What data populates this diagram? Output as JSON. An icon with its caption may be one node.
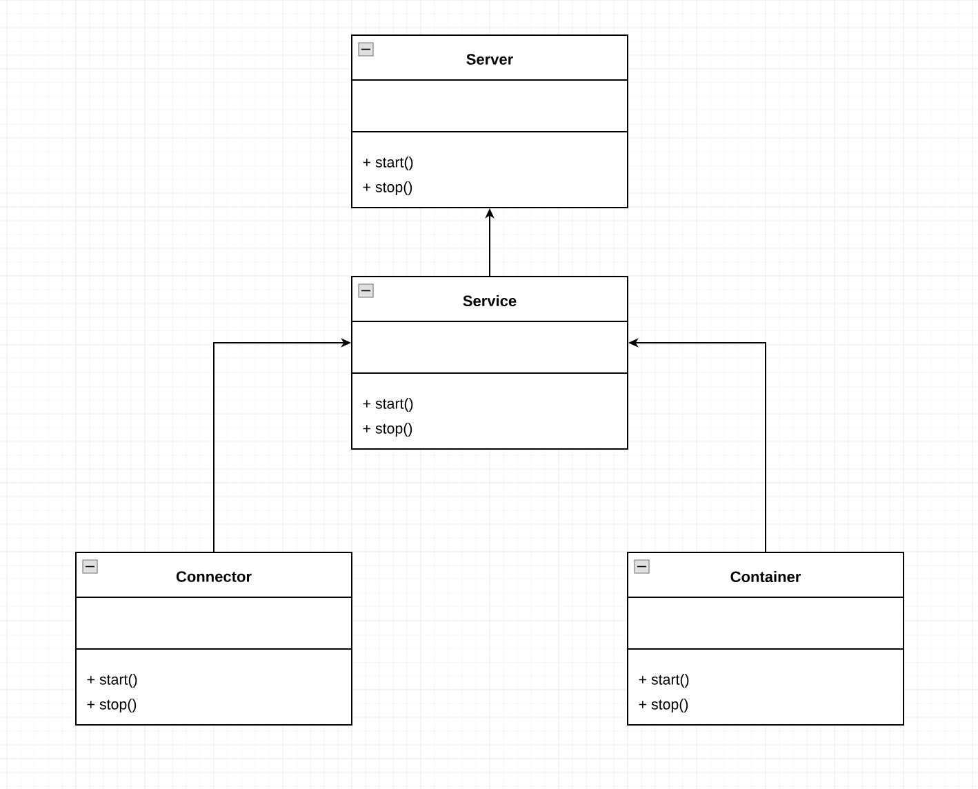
{
  "diagram": {
    "nodes": [
      {
        "text": [
          "Server",
          "+ start()",
          "+ stop()"
        ]
      },
      {
        "text": [
          "Service",
          "+ start()",
          "+ stop()"
        ]
      },
      {
        "text": [
          "Connector",
          "+ start()",
          "+ stop()"
        ]
      },
      {
        "text": [
          "Container",
          "+ start()",
          "+ stop()"
        ]
      }
    ],
    "edges": [
      {
        "from": 1,
        "to": 0,
        "arrow": "to"
      },
      {
        "from": 2,
        "to": 1,
        "arrow": "to"
      },
      {
        "from": 3,
        "to": 1,
        "arrow": "to"
      }
    ]
  }
}
